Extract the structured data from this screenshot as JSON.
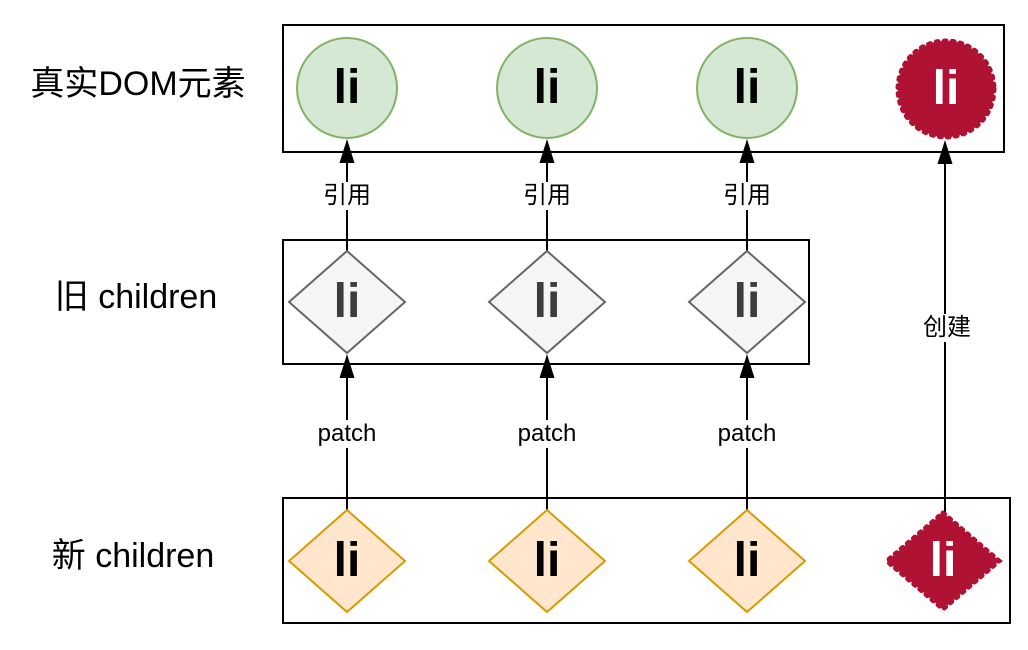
{
  "rows": {
    "real_dom": {
      "label": "真实DOM元素",
      "nodes": [
        "li",
        "li",
        "li",
        "li"
      ]
    },
    "old_children": {
      "label": "旧 children",
      "nodes": [
        "li",
        "li",
        "li"
      ]
    },
    "new_children": {
      "label": "新 children",
      "nodes": [
        "li",
        "li",
        "li",
        "li"
      ]
    }
  },
  "edges": {
    "reference_label": "引用",
    "patch_label": "patch",
    "create_label": "创建"
  },
  "colors": {
    "dom_node_fill": "#d5e8d4",
    "dom_node_stroke": "#82b366",
    "old_vnode_fill": "#f5f5f5",
    "old_vnode_stroke": "#666666",
    "new_vnode_fill": "#ffe6cc",
    "new_vnode_stroke": "#d79b00",
    "created_node_fill": "#b01233",
    "created_node_text": "#ffffff",
    "box_stroke": "#000000",
    "arrow_color": "#000000"
  }
}
